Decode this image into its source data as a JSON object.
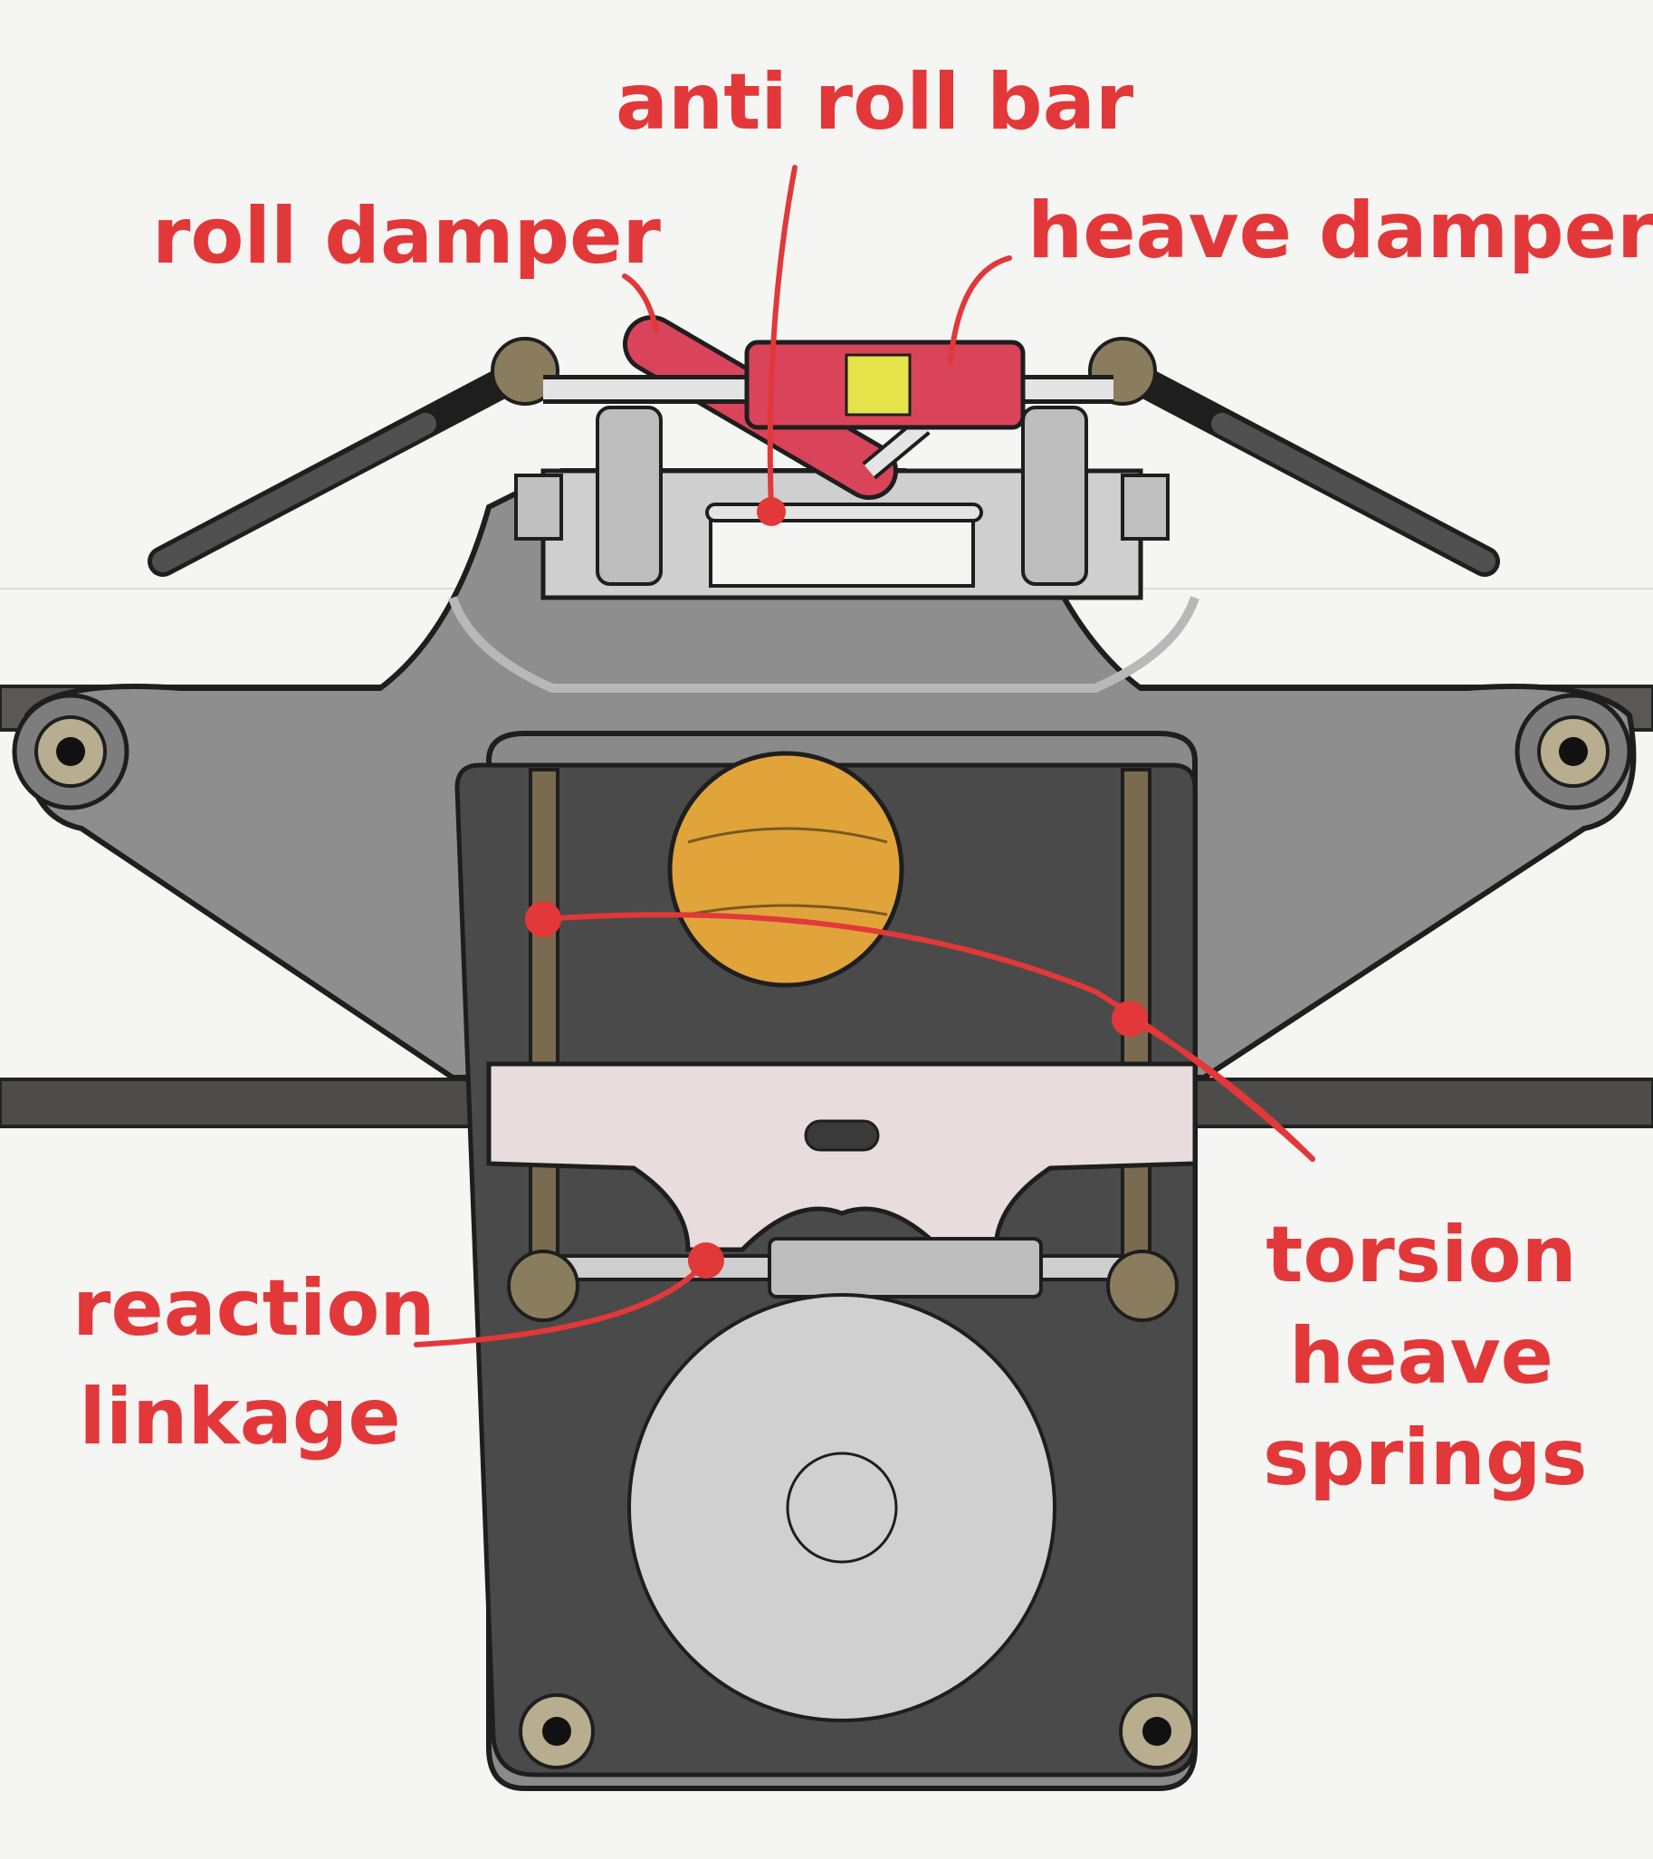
{
  "labels": {
    "anti_roll_bar": "anti roll bar",
    "roll_damper": "roll damper",
    "heave_damper": "heave damper",
    "reaction_linkage": [
      "reaction",
      "linkage"
    ],
    "torsion_heave_springs": [
      "torsion",
      "heave",
      "springs"
    ]
  },
  "colors": {
    "annotation": "#e2383a",
    "chassis": "#8e8e8e",
    "housing": "#4a4a4a",
    "rocker": "#e8dcdc",
    "damper": "#d9445a",
    "spring": "#e0a43a"
  }
}
